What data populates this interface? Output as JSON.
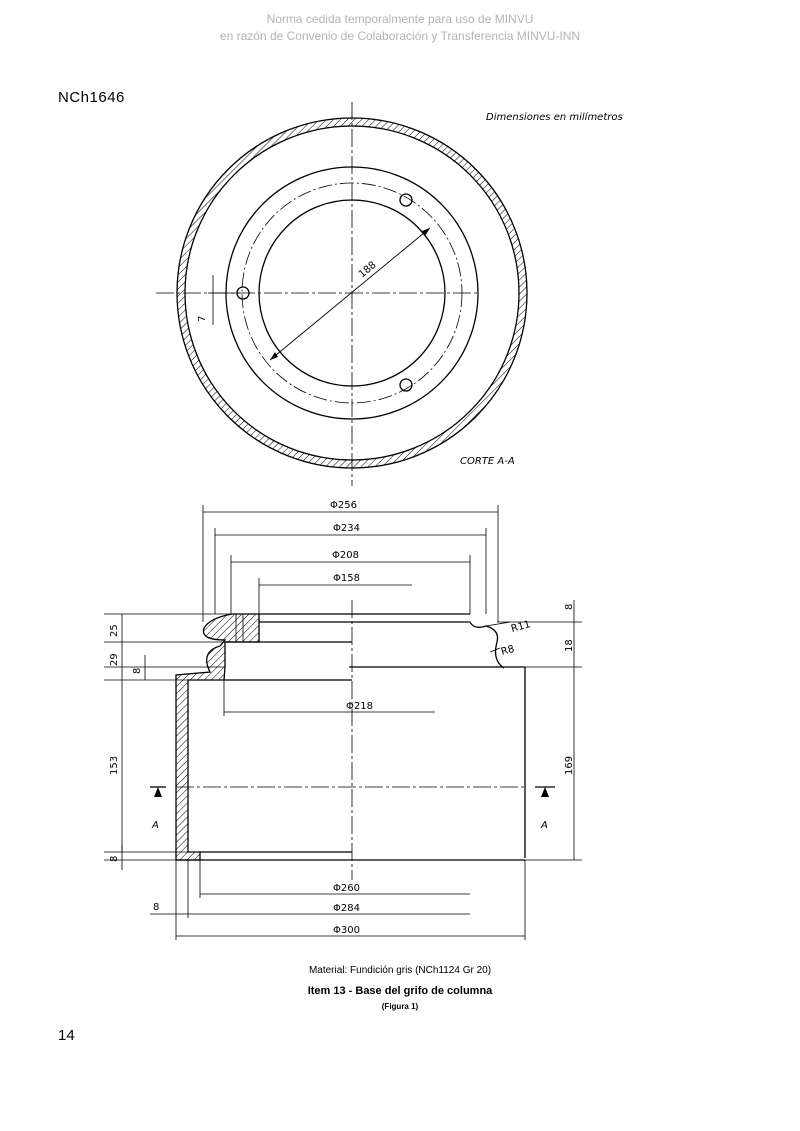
{
  "header": {
    "watermark_line1": "Norma cedida temporalmente para uso de MINVU",
    "watermark_line2": "en razón de Convenio de Colaboración y Transferencia MINVU-INN",
    "doc_id": "NCh1646"
  },
  "drawing": {
    "units_note": "Dimensiones en milímetros",
    "section_label": "CORTE A-A",
    "dims": {
      "d188": "188",
      "d7": "7",
      "d256": "Φ256",
      "d234": "Φ234",
      "d208": "Φ208",
      "d158": "Φ158",
      "d218": "Φ218",
      "d260": "Φ260",
      "d284": "Φ284",
      "d300": "Φ300",
      "r11": "R11",
      "r8": "R8",
      "h8_top": "8",
      "h18": "18",
      "h25": "25",
      "h29": "29",
      "h8_left": "8",
      "h153": "153",
      "h169": "169",
      "h8_bottom": "8",
      "w8": "8",
      "cut_a_left": "A",
      "cut_a_right": "A"
    }
  },
  "caption": {
    "material": "Material: Fundición gris (NCh1124 Gr 20)",
    "title": "Item 13 - Base del grifo de columna",
    "figure": "(Figura 1)"
  },
  "footer": {
    "page_number": "14"
  }
}
